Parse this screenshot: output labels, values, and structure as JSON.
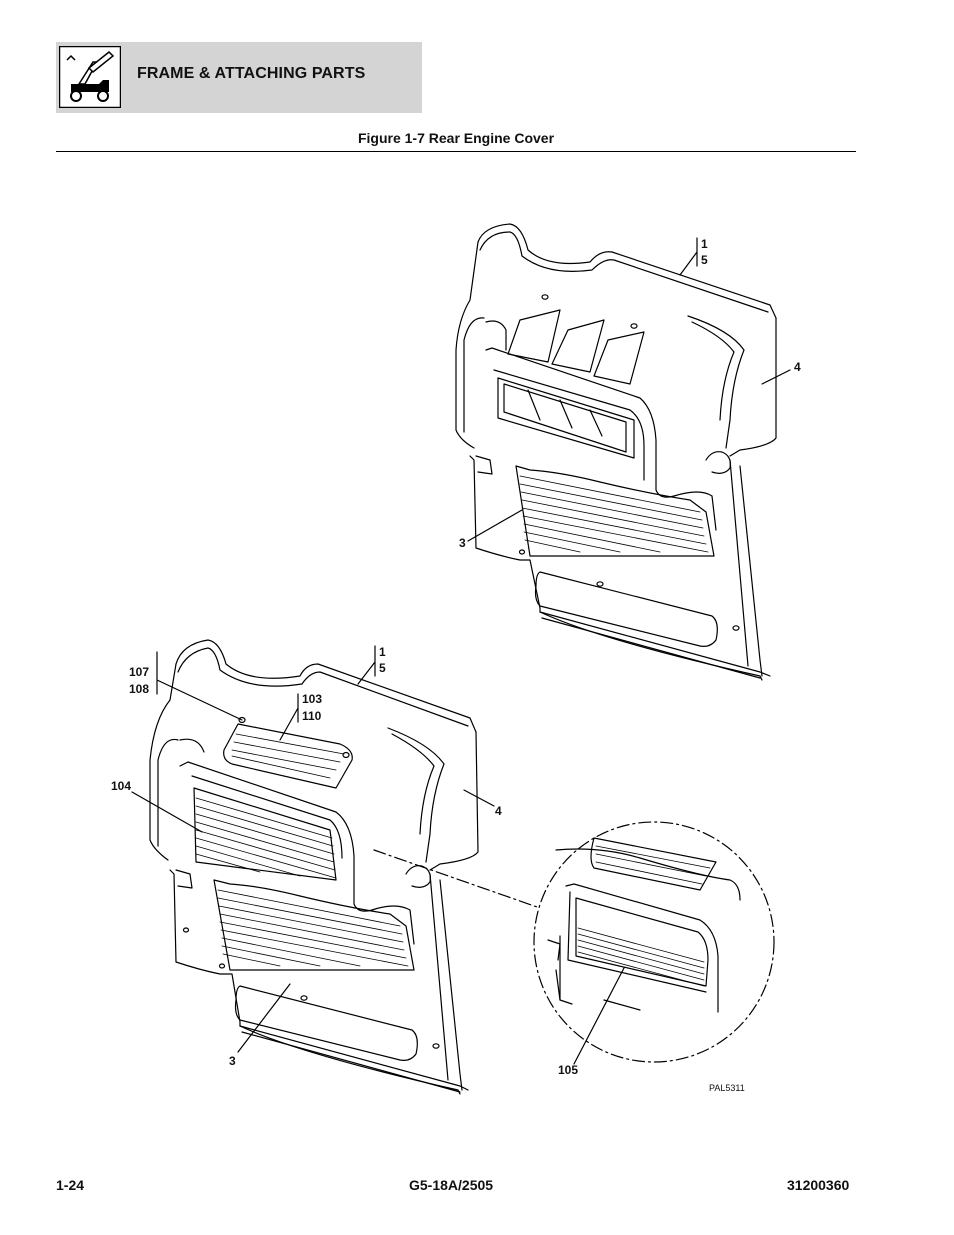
{
  "header": {
    "section_title": "FRAME & ATTACHING PARTS",
    "icon": "telehandler-boom-icon"
  },
  "figure": {
    "title": "Figure 1-7 Rear Engine Cover",
    "drawing_id": "PAL5311",
    "callouts": {
      "top_1": "1",
      "top_5": "5",
      "top_4": "4",
      "top_3": "3",
      "bottom_107": "107",
      "bottom_108": "108",
      "bottom_1": "1",
      "bottom_5": "5",
      "bottom_103": "103",
      "bottom_110": "110",
      "bottom_104": "104",
      "bottom_4": "4",
      "bottom_3": "3",
      "detail_105": "105"
    }
  },
  "footer": {
    "page_number": "1-24",
    "model": "G5-18A/2505",
    "part_number": "31200360"
  }
}
